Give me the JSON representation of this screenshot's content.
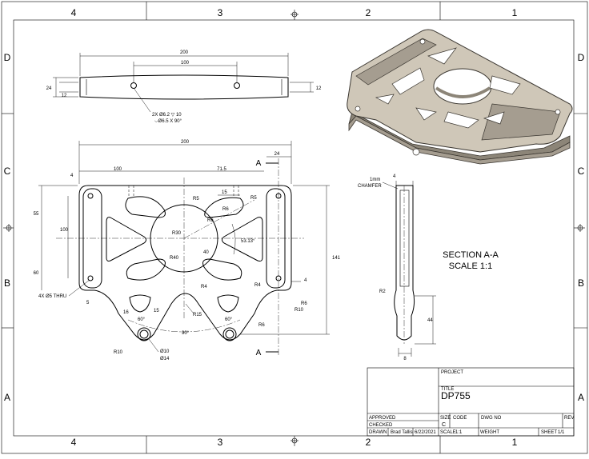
{
  "border": {
    "columns_top": [
      "4",
      "3",
      "2",
      "1"
    ],
    "columns_bottom": [
      "4",
      "3",
      "2",
      "1"
    ],
    "rows_left": [
      "D",
      "C",
      "B",
      "A"
    ],
    "rows_right": [
      "D",
      "C",
      "B",
      "A"
    ]
  },
  "top_view": {
    "dims": {
      "overall": "200",
      "hole_spacing": "100",
      "end_height_left": "24",
      "mid_height": "12",
      "end_height_right": "12"
    },
    "hole_note_1": "2X Ø6.2 ▽ 10",
    "hole_note_2": "⌵Ø6.5 X 90°"
  },
  "front_view": {
    "dims": {
      "overall_width": "200",
      "left_offset": "100",
      "right_offset": "71.5",
      "right_tab": "24",
      "top_left": "4",
      "height_55": "55",
      "height_100": "100",
      "height_60": "60",
      "overall_height": "141",
      "slot_15": "15",
      "r5_left": "R5",
      "r5_right": "R5",
      "r6": "R6",
      "r30": "R30",
      "r40": "R40",
      "angle": "53.13°",
      "dim_40": "40",
      "r4_left": "R4",
      "r4_right": "R4",
      "dim_4_right": "4",
      "r6_lower": "R6",
      "r10_right": "R10",
      "r15": "R15",
      "r6_bottom": "R6",
      "hole_callout": "4X Ø5 THRU",
      "dim_5": "5",
      "dim_16": "16",
      "dim_15": "15",
      "angle_60_left": "60°",
      "angle_60_right": "60°",
      "angle_90": "90°",
      "r10_left": "R10",
      "d10": "Ø10",
      "d14": "Ø14"
    },
    "section_label_top": "A",
    "section_label_bottom": "A"
  },
  "section_view": {
    "chamfer_note_1": "1mm",
    "chamfer_note_2": "CHAMFER",
    "dim_4": "4",
    "dim_r2": "R2",
    "dim_44": "44",
    "dim_8": "8",
    "title": "SECTION A-A",
    "scale": "SCALE 1:1"
  },
  "title_block": {
    "project_label": "PROJECT",
    "title_label": "TITLE",
    "title_value": "DP755",
    "approved_label": "APPROVED",
    "checked_label": "CHECKED",
    "drawn_label": "DRAWN",
    "drawn_by": "Brad Tallis",
    "drawn_date": "6/22/2021",
    "size_label": "SIZE",
    "size_value": "C",
    "code_label": "CODE",
    "dwg_label": "DWG NO",
    "rev_label": "REV",
    "scale_label": "SCALE",
    "scale_value": "1:1",
    "weight_label": "WEIGHT",
    "sheet_label": "SHEET",
    "sheet_value": "1/1"
  },
  "colors": {
    "ink": "#000000",
    "paper": "#ffffff",
    "model_face": "#cfc7b8",
    "model_shadow": "#8c8578",
    "model_edge": "#3a3630"
  }
}
